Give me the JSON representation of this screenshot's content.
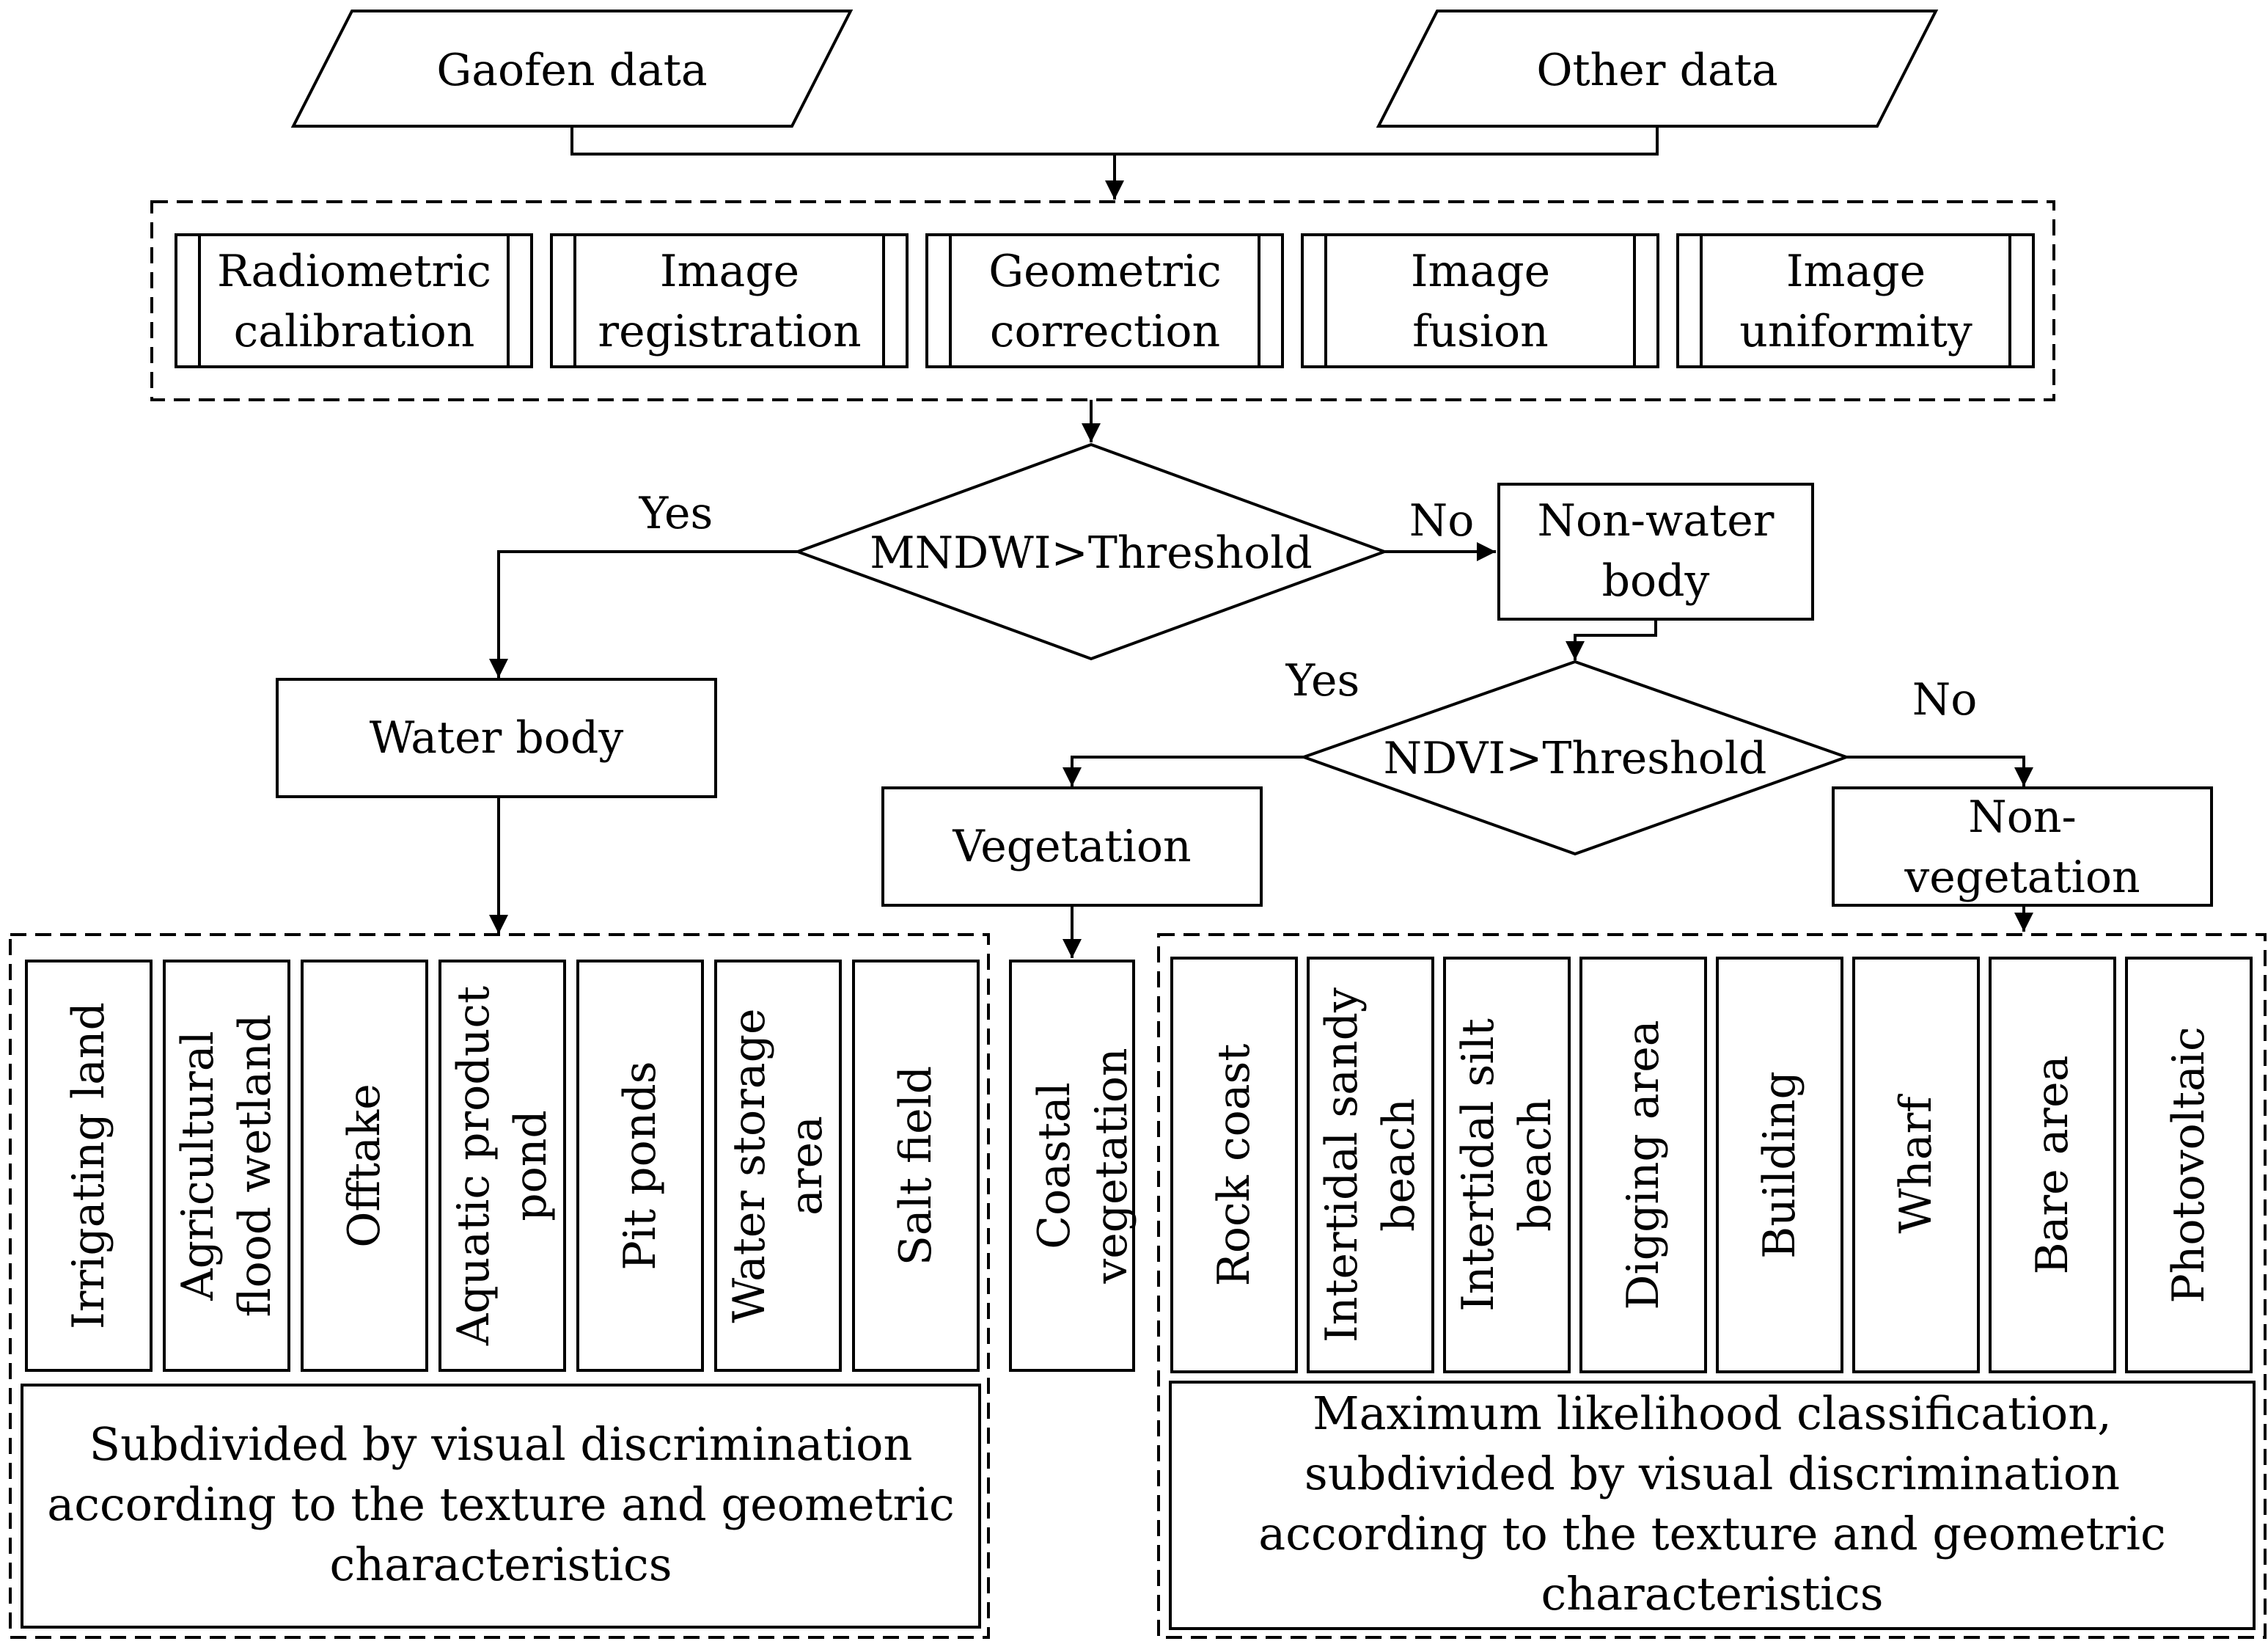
{
  "inputs": {
    "gaofen": "Gaofen data",
    "other": "Other data"
  },
  "preprocessing": [
    {
      "line1": "Radiometric",
      "line2": "calibration"
    },
    {
      "line1": "Image",
      "line2": "registration"
    },
    {
      "line1": "Geometric",
      "line2": "correction"
    },
    {
      "line1": "Image",
      "line2": "fusion"
    },
    {
      "line1": "Image",
      "line2": "uniformity"
    }
  ],
  "decision1": {
    "label": "MNDWI>Threshold",
    "yes": "Yes",
    "no": "No"
  },
  "non_water": {
    "line1": "Non-water",
    "line2": "body"
  },
  "water_body": "Water body",
  "decision2": {
    "label": "NDVI>Threshold",
    "yes": "Yes",
    "no": "No"
  },
  "vegetation": "Vegetation",
  "non_vegetation": {
    "line1": "Non-",
    "line2": "vegetation"
  },
  "water_classes": [
    {
      "lines": [
        "Irrigating land"
      ]
    },
    {
      "lines": [
        "Agricultural",
        "flood wetland"
      ]
    },
    {
      "lines": [
        "Offtake"
      ]
    },
    {
      "lines": [
        "Aquatic product",
        "pond"
      ]
    },
    {
      "lines": [
        "Pit ponds"
      ]
    },
    {
      "lines": [
        "Water storage",
        "area"
      ]
    },
    {
      "lines": [
        "Salt field"
      ]
    }
  ],
  "vegetation_class": {
    "lines": [
      "Coastal",
      "vegetation"
    ]
  },
  "nonveg_classes": [
    {
      "lines": [
        "Rock coast"
      ]
    },
    {
      "lines": [
        "Intertidal sandy",
        "beach"
      ]
    },
    {
      "lines": [
        "Intertidal silt",
        "beach"
      ]
    },
    {
      "lines": [
        "Digging area"
      ]
    },
    {
      "lines": [
        "Building"
      ]
    },
    {
      "lines": [
        "Wharf"
      ]
    },
    {
      "lines": [
        "Bare area"
      ]
    },
    {
      "lines": [
        "Photovoltaic"
      ]
    }
  ],
  "water_note": {
    "line1": "Subdivided by visual discrimination",
    "line2": "according to the texture and geometric",
    "line3": "characteristics"
  },
  "nonveg_note": {
    "line1": "Maximum likelihood classification,",
    "line2": "subdivided by visual discrimination",
    "line3": "according to the texture and geometric",
    "line4": "characteristics"
  }
}
